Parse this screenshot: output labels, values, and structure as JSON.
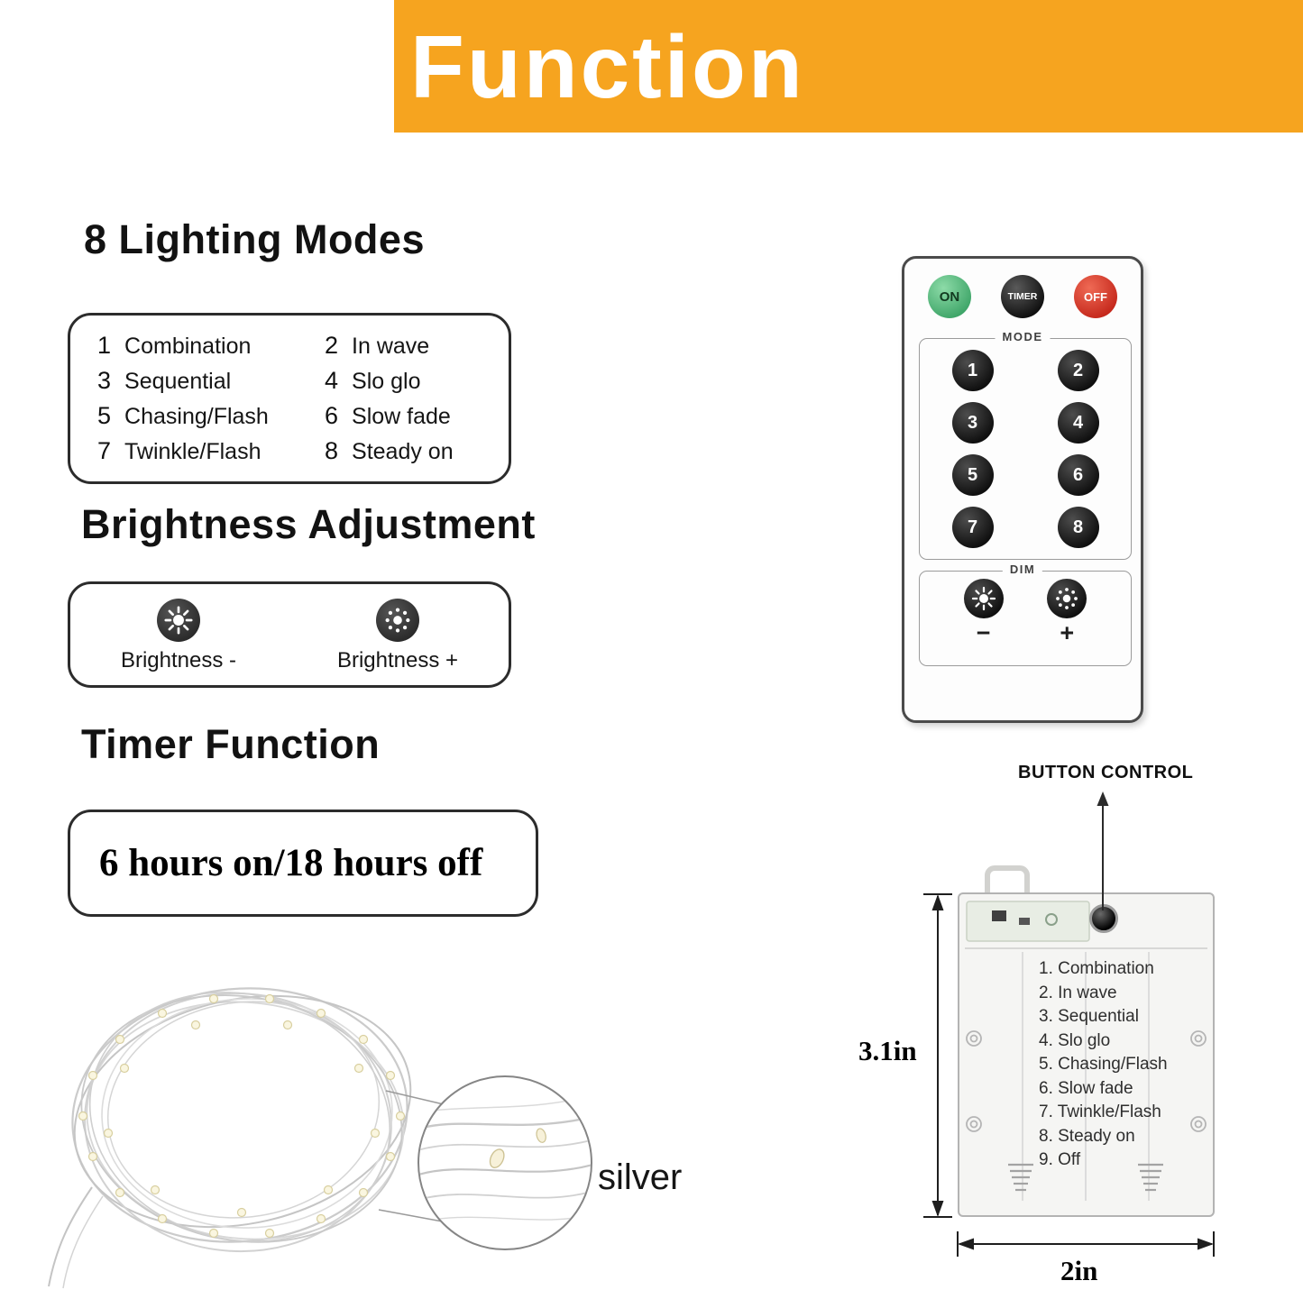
{
  "colors": {
    "banner_bg": "#F6A41F",
    "on_button_green": "#4FB673",
    "off_button_red": "#DE3526",
    "remote_button_black": "#1A1A1A",
    "wire_silver": "#CCCCCC",
    "led_warm_white": "#FAF6E0"
  },
  "banner": {
    "title": "Function"
  },
  "sections": {
    "modes": {
      "heading": "8 Lighting Modes",
      "items": [
        {
          "num": "1",
          "label": "Combination"
        },
        {
          "num": "2",
          "label": "In wave"
        },
        {
          "num": "3",
          "label": "Sequential"
        },
        {
          "num": "4",
          "label": "Slo glo"
        },
        {
          "num": "5",
          "label": "Chasing/Flash"
        },
        {
          "num": "6",
          "label": "Slow fade"
        },
        {
          "num": "7",
          "label": "Twinkle/Flash"
        },
        {
          "num": "8",
          "label": "Steady on"
        }
      ]
    },
    "brightness": {
      "heading": "Brightness Adjustment",
      "minus_label": "Brightness -",
      "plus_label": "Brightness +"
    },
    "timer": {
      "heading": "Timer Function",
      "value": "6 hours on/18 hours off"
    }
  },
  "remote": {
    "on_label": "ON",
    "timer_label": "TIMER",
    "off_label": "OFF",
    "mode_label": "MODE",
    "mode_buttons": [
      "1",
      "2",
      "3",
      "4",
      "5",
      "6",
      "7",
      "8"
    ],
    "dim_label": "DIM",
    "dim_minus": "−",
    "dim_plus": "+"
  },
  "battery_box": {
    "pointer_label": "BUTTON CONTROL",
    "mode_list": [
      "1. Combination",
      "2. In wave",
      "3. Sequential",
      "4. Slo glo",
      "5. Chasing/Flash",
      "6. Slow fade",
      "7. Twinkle/Flash",
      "8. Steady on",
      "9. Off"
    ],
    "height_dim": "3.1in",
    "width_dim": "2in"
  },
  "string_light": {
    "caption": "silver"
  }
}
